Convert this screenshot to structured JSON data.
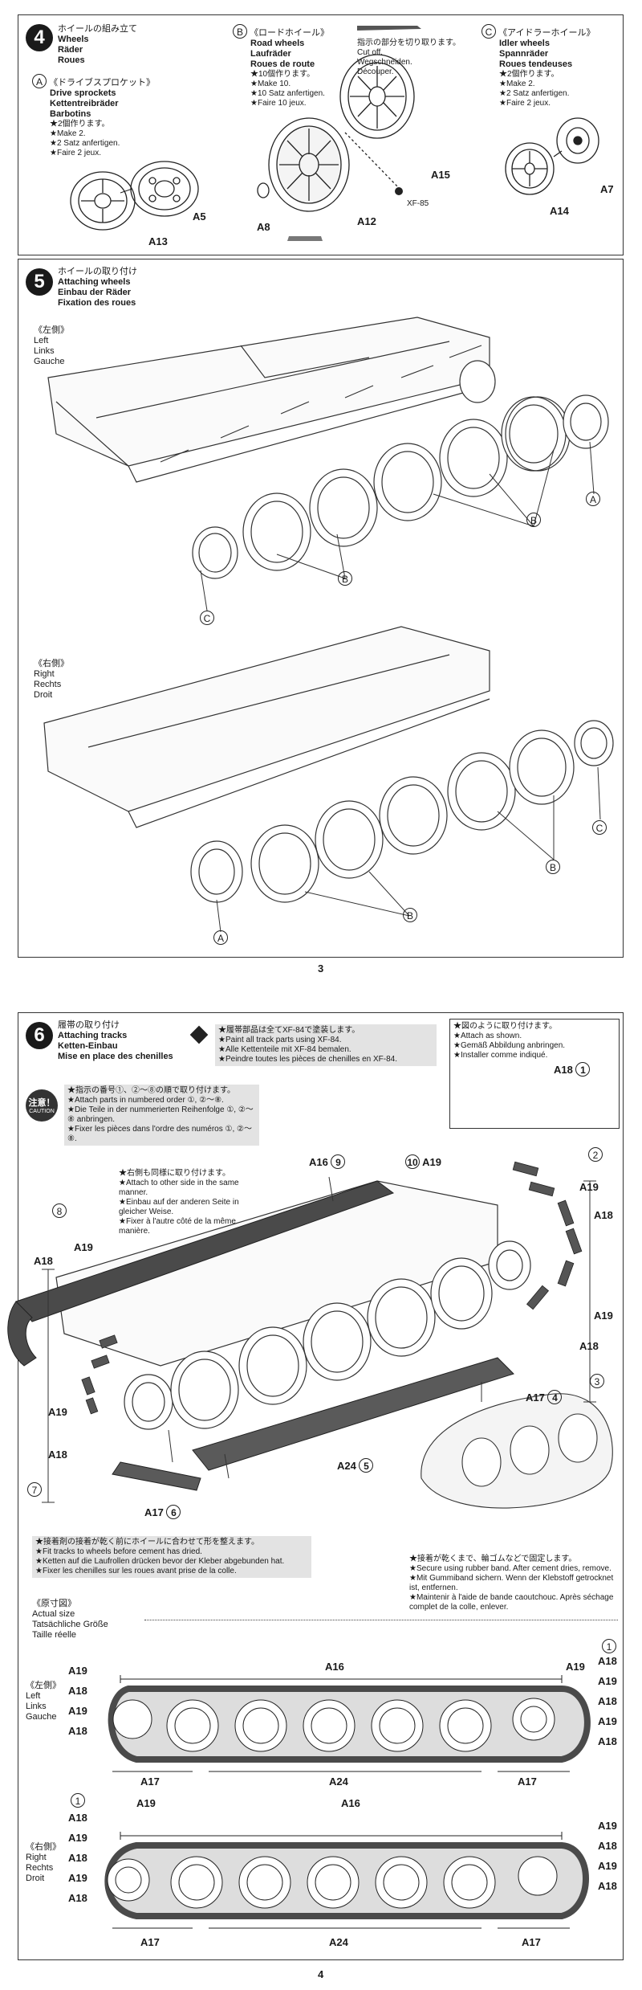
{
  "step4": {
    "num": "4",
    "title": [
      "ホイールの組み立て",
      "Wheels",
      "Räder",
      "Roues"
    ],
    "a": {
      "letter": "A",
      "title": [
        "《ドライブスプロケット》",
        "Drive sprockets",
        "Kettentreibräder",
        "Barbotins"
      ],
      "notes": [
        "★2個作ります。",
        "★Make 2.",
        "★2 Satz anfertigen.",
        "★Faire 2 jeux."
      ],
      "parts": [
        "A5",
        "A13"
      ]
    },
    "b": {
      "letter": "B",
      "title": [
        "《ロードホイール》",
        "Road wheels",
        "Laufräder",
        "Roues de route"
      ],
      "notes": [
        "★10個作ります。",
        "★Make 10.",
        "★10 Satz anfertigen.",
        "★Faire 10 jeux."
      ],
      "cut": [
        "指示の部分を切り取ります。",
        "Cut off.",
        "Wegschneiden.",
        "Découper."
      ],
      "parts": [
        "A15",
        "XF-85",
        "A8",
        "A12"
      ]
    },
    "c": {
      "letter": "C",
      "title": [
        "《アイドラーホイール》",
        "Idler wheels",
        "Spannräder",
        "Roues tendeuses"
      ],
      "notes": [
        "★2個作ります。",
        "★Make 2.",
        "★2 Satz anfertigen.",
        "★Faire 2 jeux."
      ],
      "parts": [
        "A7",
        "A14"
      ]
    }
  },
  "step5": {
    "num": "5",
    "title": [
      "ホイールの取り付け",
      "Attaching wheels",
      "Einbau der Räder",
      "Fixation des roues"
    ],
    "left": [
      "《左側》",
      "Left",
      "Links",
      "Gauche"
    ],
    "right": [
      "《右側》",
      "Right",
      "Rechts",
      "Droit"
    ],
    "callouts": {
      "a": "A",
      "b": "B",
      "c": "C"
    }
  },
  "page3": "3",
  "step6": {
    "num": "6",
    "title": [
      "履帯の取り付け",
      "Attaching tracks",
      "Ketten-Einbau",
      "Mise en place des chenilles"
    ],
    "paint": [
      "★履帯部品は全てXF-84で塗装します。",
      "★Paint all track parts using XF-84.",
      "★Alle Kettenteile mit XF-84 bemalen.",
      "★Peindre toutes les pièces de chenilles en XF-84."
    ],
    "shown": [
      "★図のように取り付けます。",
      "★Attach as shown.",
      "★Gemäß Abbildung anbringen.",
      "★Installer comme indiqué."
    ],
    "caution_label": "注意！",
    "caution_sub": "CAUTION",
    "order": [
      "★指示の番号①、②～⑧の順で取り付けます。",
      "★Attach parts in numbered order ①, ②～⑧.",
      "★Die Teile in der nummerierten Reihenfolge ①, ②～⑧ anbringen.",
      "★Fixer les pièces dans l'ordre des numéros ①, ②～⑧."
    ],
    "other_side": [
      "★右側も同様に取り付けます。",
      "★Attach to other side in the same manner.",
      "★Einbau auf der anderen Seite in gleicher Weise.",
      "★Fixer à l'autre côté de la même manière."
    ],
    "fit": [
      "★接着剤の接着が乾く前にホイールに合わせて形を整えます。",
      "★Fit tracks to wheels before cement has dried.",
      "★Ketten auf die Laufrollen drücken bevor der Kleber abgebunden hat.",
      "★Fixer les chenilles sur les roues avant prise de la colle."
    ],
    "rubber": [
      "★接着が乾くまで、輪ゴムなどで固定します。",
      "★Secure using rubber band. After cement dries, remove.",
      "★Mit Gummiband sichern. Wenn der Klebstoff getrocknet ist, entfernen.",
      "★Maintenir à l'aide de bande caoutchouc. Après séchage complet de la colle, enlever."
    ],
    "labels": {
      "A16_9": "A16",
      "n9": "9",
      "n10": "10",
      "A19": "A19",
      "A18": "A18",
      "A17": "A17",
      "A24": "A24",
      "n1": "1",
      "n2": "2",
      "n3": "3",
      "n4": "4",
      "n5": "5",
      "n6": "6",
      "n7": "7",
      "n8": "8"
    },
    "actual": [
      "《原寸図》",
      "Actual size",
      "Tatsächliche Größe",
      "Taille réelle"
    ],
    "left": [
      "《左側》",
      "Left",
      "Links",
      "Gauche"
    ],
    "right": [
      "《右側》",
      "Right",
      "Rechts",
      "Droit"
    ]
  },
  "page4": "4"
}
